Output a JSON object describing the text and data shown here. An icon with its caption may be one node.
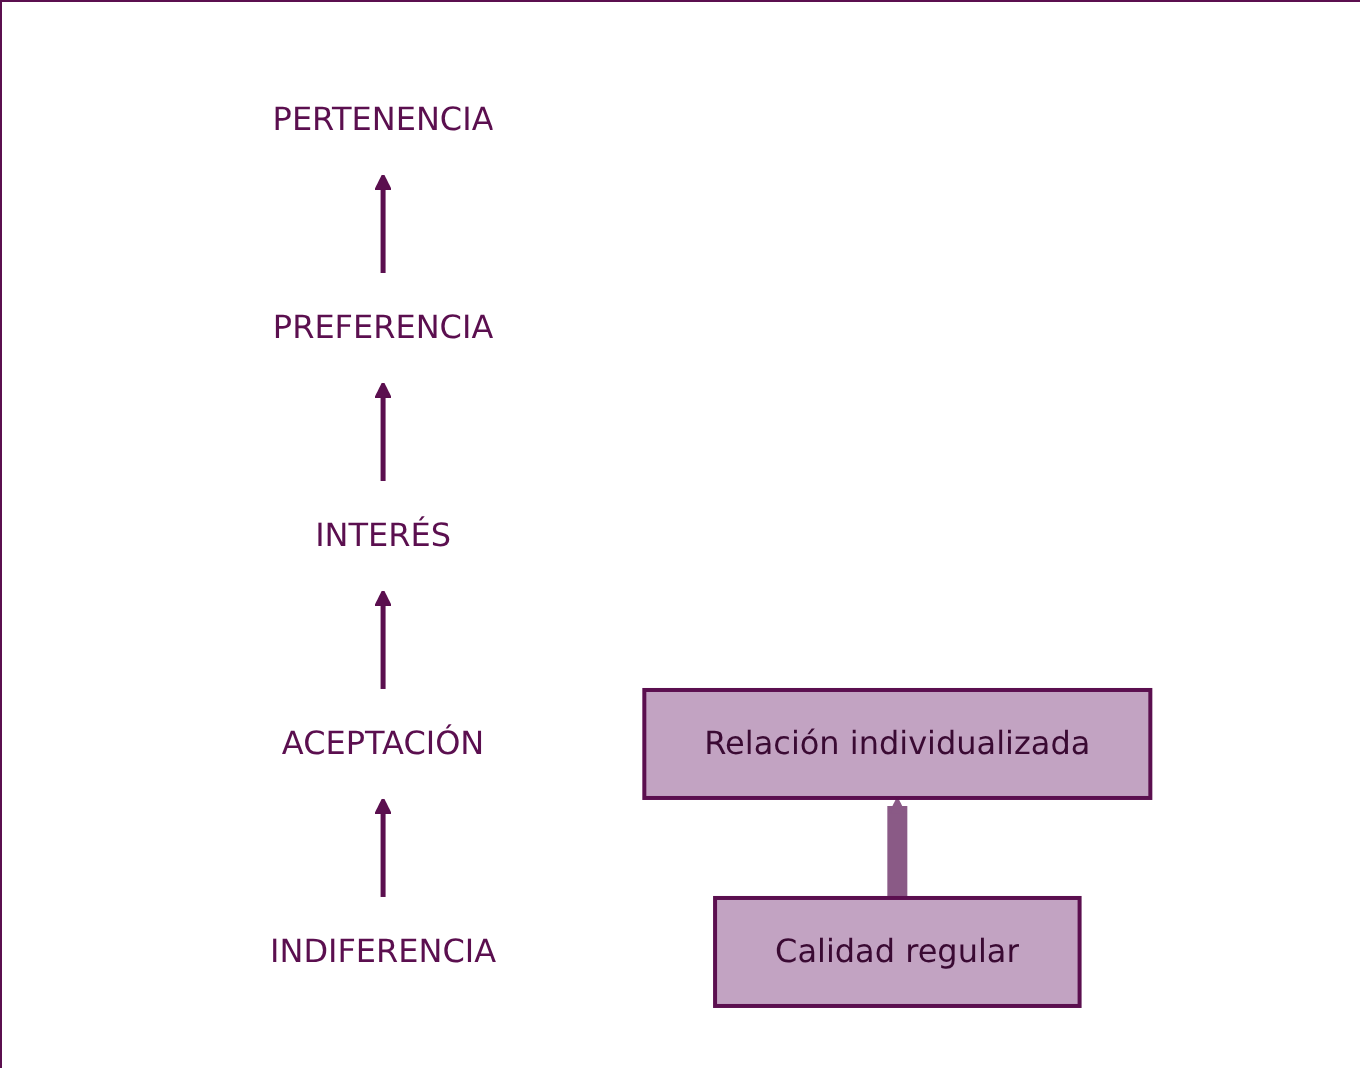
{
  "diagram": {
    "nodes": [
      {
        "text": [
          "INDIFERENCIA"
        ]
      },
      {
        "text": [
          "ACEPTACIÓN"
        ]
      },
      {
        "text": [
          "INTERÉS"
        ]
      },
      {
        "text": [
          "PREFERENCIA"
        ]
      },
      {
        "text": [
          "PERTENENCIA"
        ]
      },
      {
        "text": [
          "Calidad regular"
        ]
      },
      {
        "text": [
          "Relación individualizada"
        ]
      }
    ],
    "edges": [
      {
        "from": 0,
        "to": 1,
        "arrow": "to"
      },
      {
        "from": 1,
        "to": 2,
        "arrow": "to"
      },
      {
        "from": 2,
        "to": 3,
        "arrow": "to"
      },
      {
        "from": 3,
        "to": 4,
        "arrow": "to"
      },
      {
        "from": 5,
        "to": 6,
        "arrow": "to",
        "style": "thick",
        "color": "#8a5a86"
      }
    ]
  }
}
